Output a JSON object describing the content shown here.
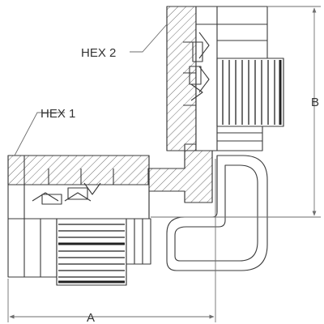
{
  "labels": {
    "hex1": "HEX 1",
    "hex2": "HEX 2",
    "dim_a": "A",
    "dim_b": "B"
  },
  "colors": {
    "line": "#3a3a3a",
    "dimension": "#6e6e6e",
    "body_fill": "#ffffff",
    "hatch": "#4a4a4a",
    "band": "#222222",
    "label": "#333333"
  }
}
